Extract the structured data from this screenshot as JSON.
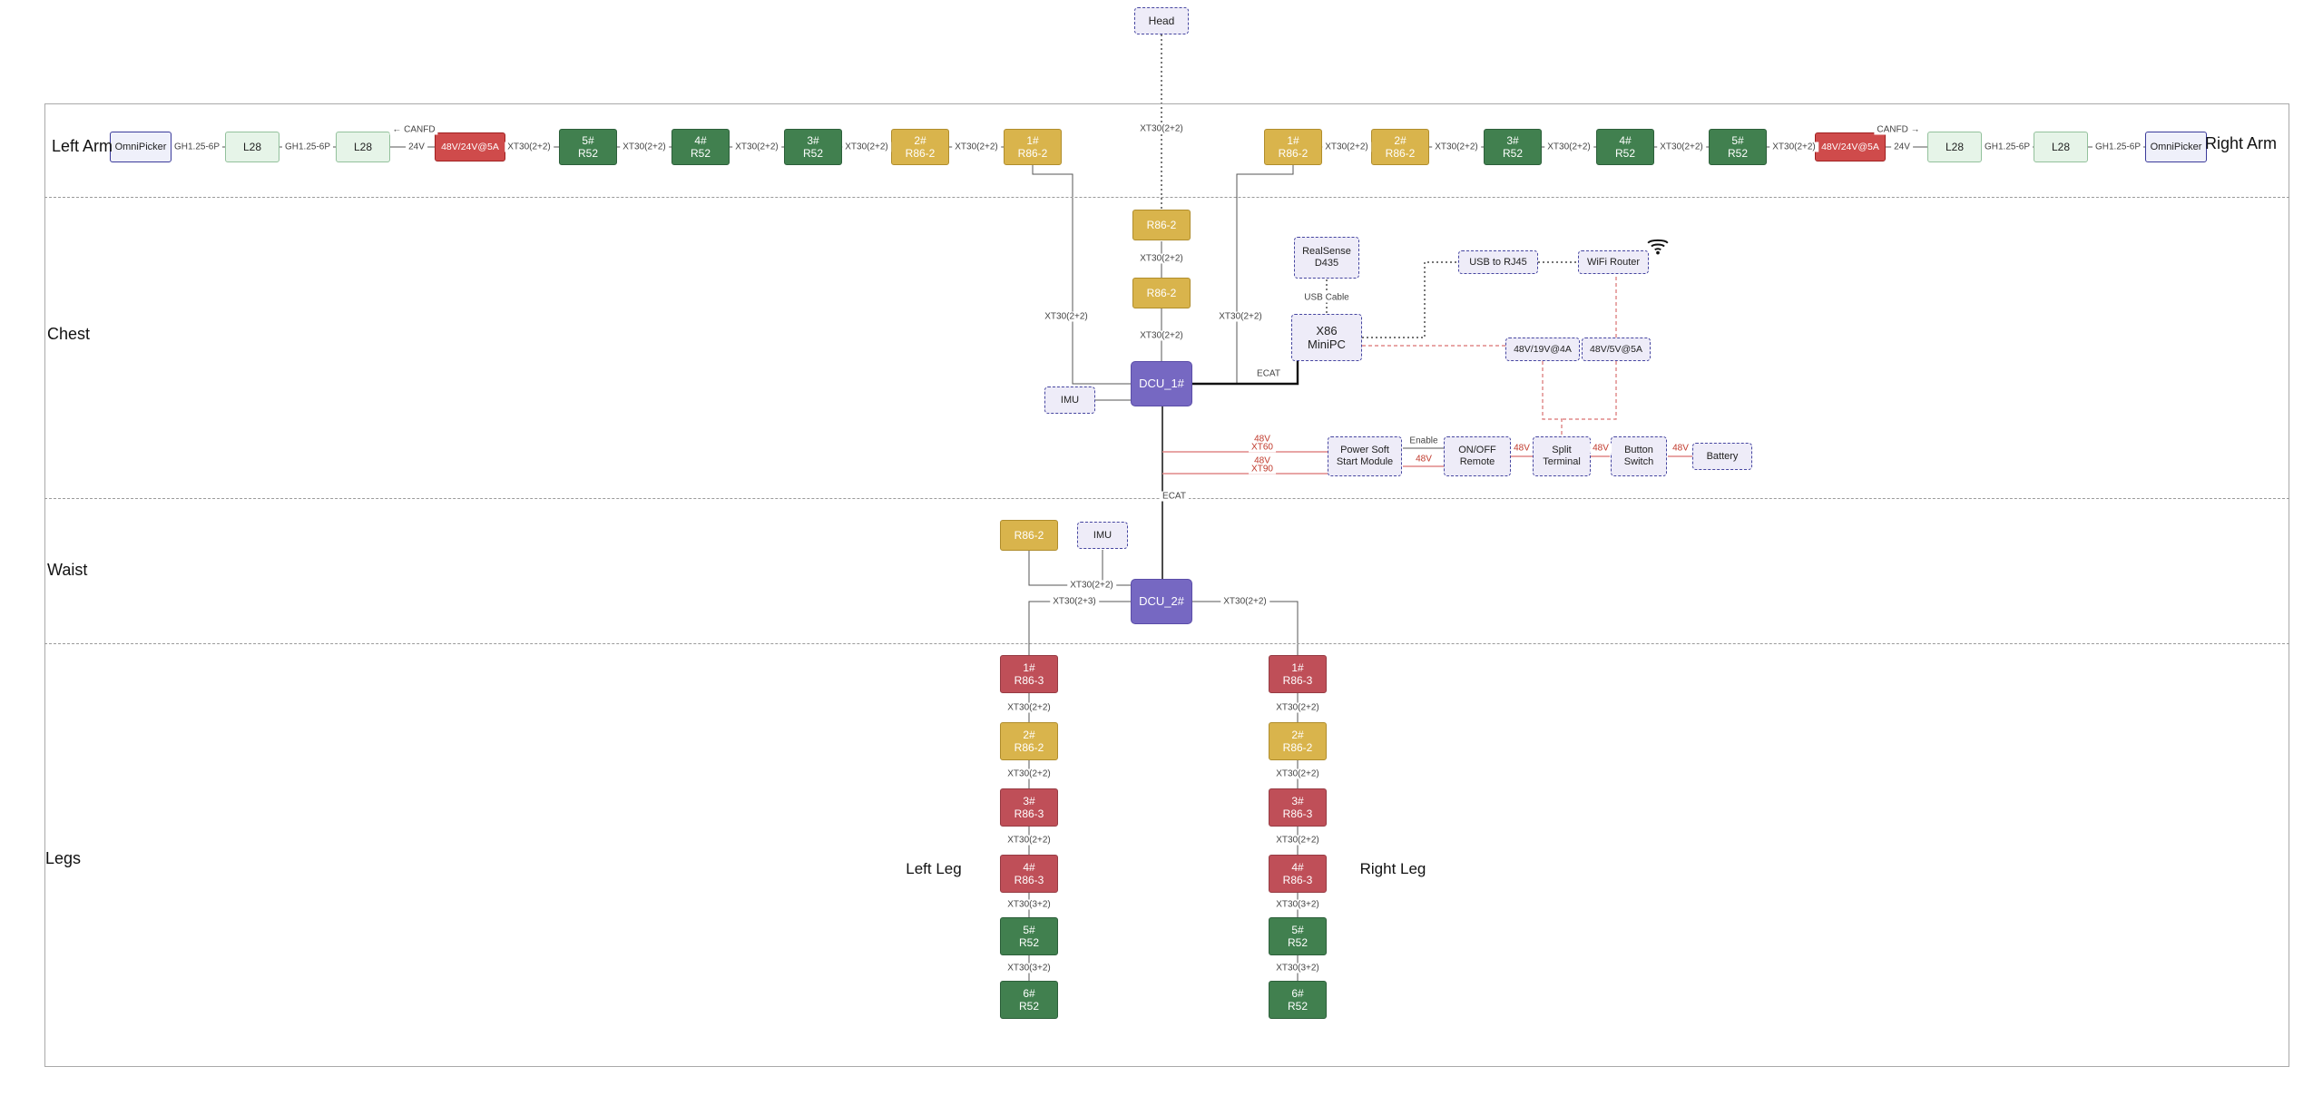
{
  "head": {
    "label": "Head",
    "edge": "XT30(2+2)"
  },
  "sections": {
    "left_arm": "Left Arm",
    "right_arm": "Right Arm",
    "chest": "Chest",
    "waist": "Waist",
    "legs": "Legs",
    "left_leg": "Left Leg",
    "right_leg": "Right Leg"
  },
  "icons": {
    "canfd_arrow_left": "←",
    "canfd_arrow_right": "→"
  },
  "colors": {
    "motor_gold": "#d9b44c",
    "motor_green": "#41804f",
    "motor_red": "#bf4f58",
    "power_red": "#cf4b4b",
    "dcu_purple": "#7668c2",
    "module_lavender": "#eeecf8"
  },
  "left_arm": {
    "canfd": "CANFD",
    "nodes": [
      {
        "l1": "OmniPicker"
      },
      {
        "l1": "L28"
      },
      {
        "l1": "L28"
      },
      {
        "l1": "48V/24V@5A"
      },
      {
        "l1": "5#",
        "l2": "R52"
      },
      {
        "l1": "4#",
        "l2": "R52"
      },
      {
        "l1": "3#",
        "l2": "R52"
      },
      {
        "l1": "2#",
        "l2": "R86-2"
      },
      {
        "l1": "1#",
        "l2": "R86-2"
      }
    ],
    "edges": [
      "GH1.25-6P",
      "GH1.25-6P",
      "24V",
      "XT30(2+2)",
      "XT30(2+2)",
      "XT30(2+2)",
      "XT30(2+2)",
      "XT30(2+2)"
    ],
    "drop_edge": "XT30(2+2)"
  },
  "right_arm": {
    "canfd": "CANFD",
    "nodes": [
      {
        "l1": "1#",
        "l2": "R86-2"
      },
      {
        "l1": "2#",
        "l2": "R86-2"
      },
      {
        "l1": "3#",
        "l2": "R52"
      },
      {
        "l1": "4#",
        "l2": "R52"
      },
      {
        "l1": "5#",
        "l2": "R52"
      },
      {
        "l1": "48V/24V@5A"
      },
      {
        "l1": "L28"
      },
      {
        "l1": "L28"
      },
      {
        "l1": "OmniPicker"
      }
    ],
    "edges": [
      "XT30(2+2)",
      "XT30(2+2)",
      "XT30(2+2)",
      "XT30(2+2)",
      "XT30(2+2)",
      "24V",
      "GH1.25-6P",
      "GH1.25-6P"
    ],
    "drop_edge": "XT30(2+2)"
  },
  "chest": {
    "motors": [
      {
        "label": "R86-2"
      },
      {
        "label": "R86-2"
      }
    ],
    "motor_edges": [
      "XT30(2+2)",
      "XT30(2+2)"
    ],
    "dcu1": "DCU_1#",
    "imu": "IMU",
    "ecat": "ECAT",
    "realsense": {
      "l1": "RealSense",
      "l2": "D435"
    },
    "usb_cable": "USB Cable",
    "x86": {
      "l1": "X86",
      "l2": "MiniPC"
    },
    "usb_rj45": "USB to RJ45",
    "wifi_router": "WiFi Router",
    "conv_19v": "48V/19V@4A",
    "conv_5v": "48V/5V@5A",
    "power": {
      "pssm": {
        "l1": "Power Soft",
        "l2": "Start Module"
      },
      "onoff": {
        "l1": "ON/OFF",
        "l2": "Remote"
      },
      "split": {
        "l1": "Split",
        "l2": "Terminal"
      },
      "button": {
        "l1": "Button",
        "l2": "Switch"
      },
      "battery": "Battery",
      "enable": "Enable",
      "v48": "48V",
      "xt60": "XT60",
      "xt90": "XT90"
    }
  },
  "waist": {
    "motor": "R86-2",
    "imu": "IMU",
    "dcu2": "DCU_2#",
    "ecat": "ECAT",
    "motor_edge": "XT30(2+2)",
    "left_edge": "XT30(2+3)",
    "right_edge": "XT30(2+2)"
  },
  "legs": {
    "left": {
      "nodes": [
        {
          "l1": "1#",
          "l2": "R86-3"
        },
        {
          "l1": "2#",
          "l2": "R86-2"
        },
        {
          "l1": "3#",
          "l2": "R86-3"
        },
        {
          "l1": "4#",
          "l2": "R86-3"
        },
        {
          "l1": "5#",
          "l2": "R52"
        },
        {
          "l1": "6#",
          "l2": "R52"
        }
      ],
      "edges": [
        "XT30(2+2)",
        "XT30(2+2)",
        "XT30(2+2)",
        "XT30(3+2)",
        "XT30(3+2)"
      ]
    },
    "right": {
      "nodes": [
        {
          "l1": "1#",
          "l2": "R86-3"
        },
        {
          "l1": "2#",
          "l2": "R86-2"
        },
        {
          "l1": "3#",
          "l2": "R86-3"
        },
        {
          "l1": "4#",
          "l2": "R86-3"
        },
        {
          "l1": "5#",
          "l2": "R52"
        },
        {
          "l1": "6#",
          "l2": "R52"
        }
      ],
      "edges": [
        "XT30(2+2)",
        "XT30(2+2)",
        "XT30(2+2)",
        "XT30(3+2)",
        "XT30(3+2)"
      ]
    }
  }
}
